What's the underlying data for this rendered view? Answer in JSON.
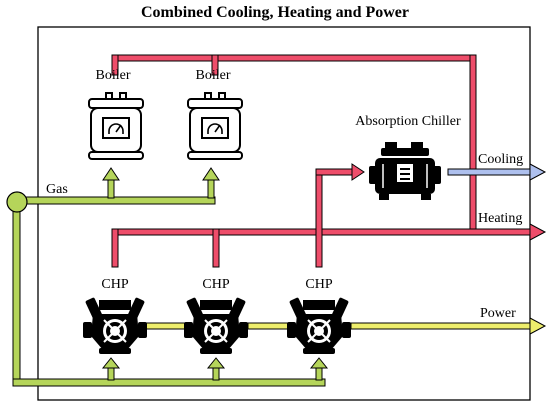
{
  "title": "Combined Cooling, Heating and Power",
  "labels": {
    "boiler_1": "Boiler",
    "boiler_2": "Boiler",
    "absorption_chiller": "Absorption Chiller",
    "gas": "Gas",
    "cooling": "Cooling",
    "heating": "Heating",
    "power": "Power",
    "chp_1": "CHP",
    "chp_2": "CHP",
    "chp_3": "CHP"
  },
  "colors": {
    "gas": "#b5d55a",
    "heat": "#ee4d6a",
    "cooling": "#aec0ee",
    "power": "#eeee6c",
    "device": "#000000"
  }
}
